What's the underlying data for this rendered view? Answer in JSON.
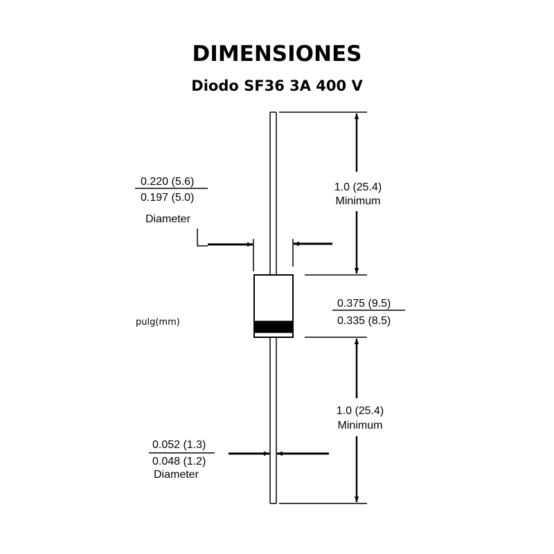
{
  "title": "DIMENSIONES",
  "subtitle": "Diodo SF36 3A 400 V",
  "units_label": "pulg(mm)",
  "body_diameter": {
    "max": "0.220 (5.6)",
    "min": "0.197 (5.0)",
    "label": "Diameter"
  },
  "lead_length_top": {
    "value": "1.0 (25.4)",
    "label": "Minimum"
  },
  "body_length": {
    "max": "0.375 (9.5)",
    "min": "0.335 (8.5)"
  },
  "lead_length_bottom": {
    "value": "1.0 (25.4)",
    "label": "Minimum"
  },
  "lead_diameter": {
    "max": "0.052 (1.3)",
    "min": "0.048 (1.2)",
    "label": "Diameter"
  }
}
